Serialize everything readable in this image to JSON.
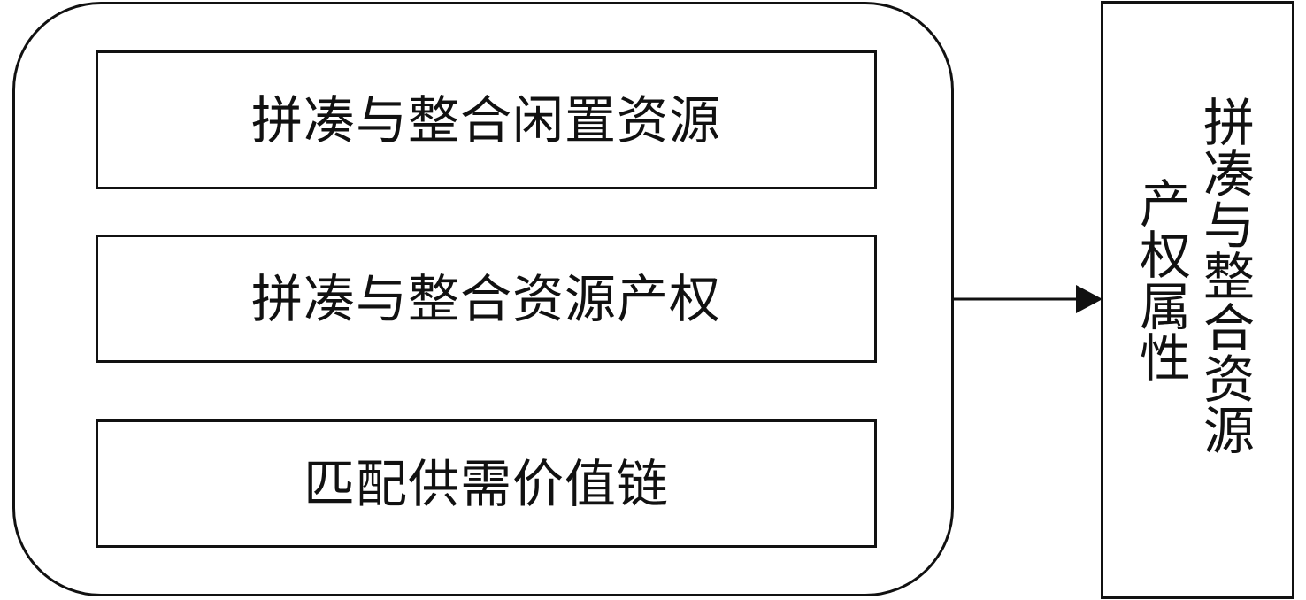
{
  "diagram": {
    "items": [
      {
        "label": "拼凑与整合闲置资源"
      },
      {
        "label": "拼凑与整合资源产权"
      },
      {
        "label": "匹配供需价值链"
      }
    ],
    "result": {
      "line1": "拼凑与整合资源",
      "line2": "产权属性"
    }
  }
}
